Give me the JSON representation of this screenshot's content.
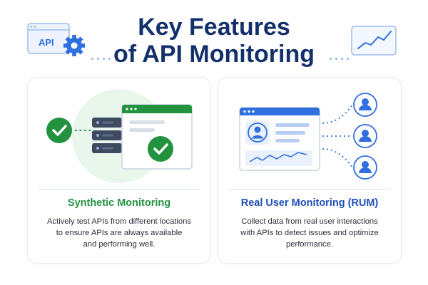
{
  "title": {
    "line1": "Key Features",
    "line2": "of API Monitoring"
  },
  "header_badge": {
    "label": "API",
    "icon": "gear-icon"
  },
  "header_chart_icon": "line-chart-icon",
  "colors": {
    "title": "#14306b",
    "green": "#22923f",
    "blue": "#1e4fb8",
    "accent_blue": "#2f6fe0"
  },
  "features": [
    {
      "title": "Synthetic Monitoring",
      "description": [
        "Actively test APIs from different locations",
        "to ensure APIs are always available",
        "and performing well."
      ]
    },
    {
      "title": "Real User Monitoring (RUM)",
      "description": [
        "Collect data from real user interactions",
        "with APIs to detect issues and optimize",
        "performance."
      ]
    }
  ]
}
